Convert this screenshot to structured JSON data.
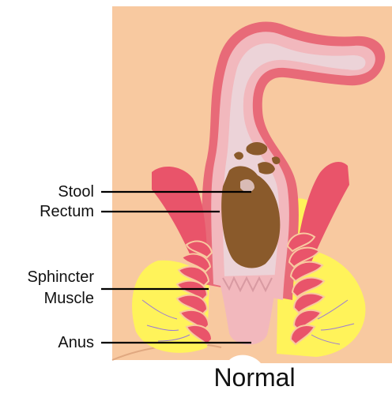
{
  "labels": {
    "stool": "Stool",
    "rectum": "Rectum",
    "sphincter_line1": "Sphincter",
    "sphincter_line2": "Muscle",
    "anus": "Anus"
  },
  "caption": "Normal",
  "colors": {
    "skin": "#f8c9a0",
    "colon_outer": "#e86a78",
    "colon_inner": "#f2b8bd",
    "lumen": "#e7c6cc",
    "stool": "#8a5a2b",
    "muscle": "#e9546a",
    "fat": "#fff35a",
    "line": "#000000"
  }
}
